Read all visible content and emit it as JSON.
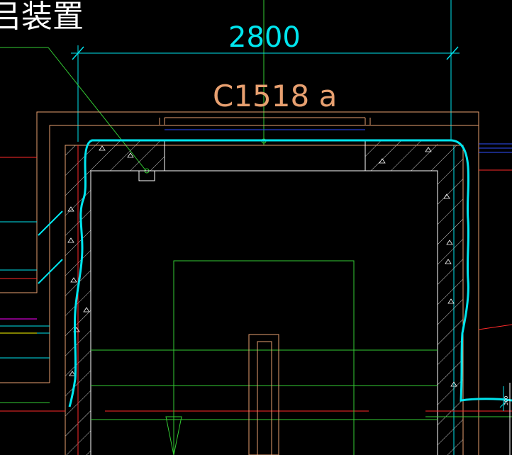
{
  "drawing": {
    "dimension_text": "2800",
    "window_mark": "C1518 a",
    "note_text": "吕装置",
    "small_dim_text": "300"
  },
  "colors": {
    "background": "#000000",
    "green": "#33cc33",
    "cyan": "#00e5ee",
    "red": "#ff2a2a",
    "orange": "#e8a070",
    "yellow": "#ffff00",
    "white": "#ffffff",
    "blue": "#3050ff",
    "magenta": "#ff00ff"
  }
}
